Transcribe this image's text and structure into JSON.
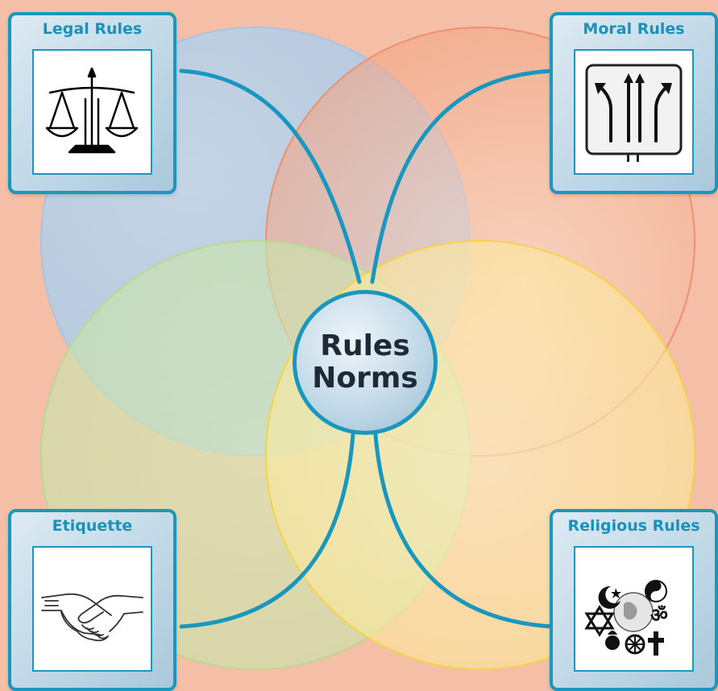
{
  "center": {
    "line1": "Rules",
    "line2": "Norms"
  },
  "cards": {
    "legal": {
      "title": "Legal Rules",
      "icon": "scales-of-justice-icon"
    },
    "moral": {
      "title": "Moral Rules",
      "icon": "road-sign-arrows-icon"
    },
    "etiquette": {
      "title": "Etiquette",
      "icon": "handshake-icon"
    },
    "religious": {
      "title": "Religious Rules",
      "icon": "religious-symbols-icon"
    }
  },
  "colors": {
    "background": "#f4bfa6",
    "accent": "#1a97be",
    "circle_legal": "#bcd5ec",
    "circle_moral": "#f0a98c",
    "circle_etiquette": "#cde4b4",
    "circle_religious": "#fbe89a"
  }
}
